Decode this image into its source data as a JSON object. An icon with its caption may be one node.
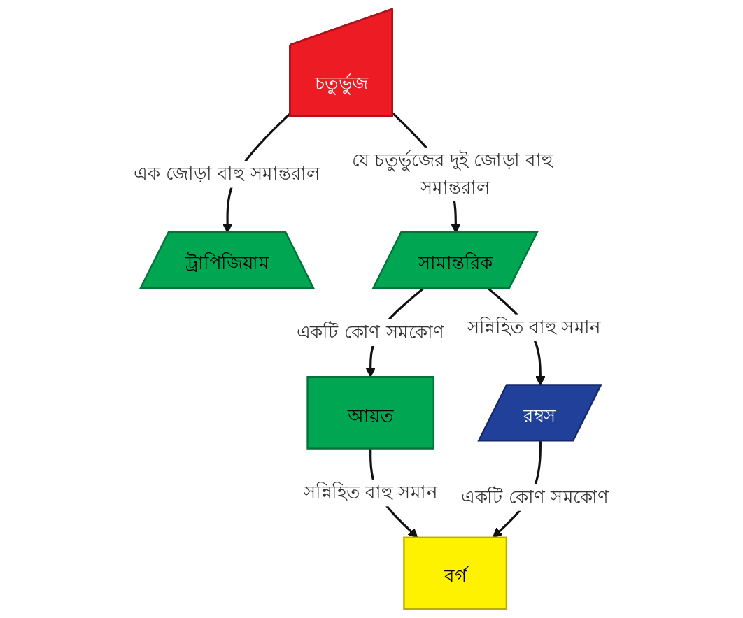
{
  "diagram": {
    "nodes": [
      {
        "text": [
          "চতুর্ভুজ"
        ]
      },
      {
        "text": [
          "ট্রাপিজিয়াম"
        ]
      },
      {
        "text": [
          "সামান্তরিক"
        ]
      },
      {
        "text": [
          "আয়ত"
        ]
      },
      {
        "text": [
          "রম্বস"
        ]
      },
      {
        "text": [
          "বর্গ"
        ]
      }
    ],
    "edges": [
      {
        "from": 0,
        "to": 1,
        "arrow": "to",
        "label": "এক জোড়া বাহু সমান্তরাল"
      },
      {
        "from": 0,
        "to": 2,
        "arrow": "to",
        "label": "যে চতুর্ভুজের দুই জোড়া বাহু সমান্তরাল"
      },
      {
        "from": 2,
        "to": 3,
        "arrow": "to",
        "label": "একটি কোণ সমকোণ"
      },
      {
        "from": 2,
        "to": 4,
        "arrow": "to",
        "label": "সন্নিহিত বাহু সমান"
      },
      {
        "from": 3,
        "to": 5,
        "arrow": "to",
        "label": "সন্নিহিত বাহু সমান"
      },
      {
        "from": 4,
        "to": 5,
        "arrow": "to",
        "label": "একটি কোণ সমকোণ"
      }
    ]
  }
}
